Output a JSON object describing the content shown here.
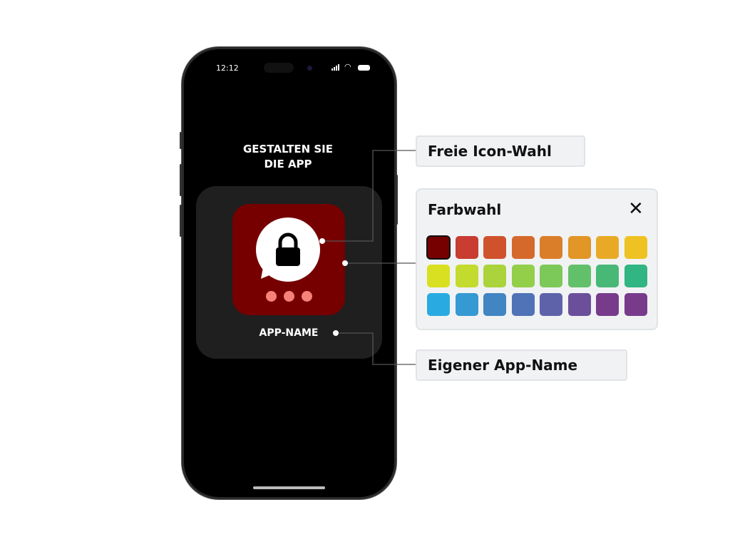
{
  "status": {
    "time": "12:12"
  },
  "screen": {
    "title_line1": "GESTALTEN SIE",
    "title_line2": "DIE APP",
    "app_name": "APP-NAME",
    "icon_color": "#760000",
    "dot_color": "#f4827a"
  },
  "callouts": {
    "icon_choice": "Freie Icon-Wahl",
    "app_name": "Eigener App-Name"
  },
  "color_panel": {
    "title": "Farbwahl",
    "close": "✕",
    "selected": 0,
    "colors": [
      "#760000",
      "#c83c31",
      "#cf522c",
      "#d5692b",
      "#db7e29",
      "#e29627",
      "#e8aa26",
      "#eec223",
      "#d9e021",
      "#c3da2f",
      "#aad33c",
      "#93cf48",
      "#7cc959",
      "#63c06a",
      "#48b877",
      "#30b583",
      "#29abe2",
      "#3599d4",
      "#4185c3",
      "#5072b6",
      "#5d62a9",
      "#6c4f9b",
      "#783b8c",
      "#783b8c"
    ]
  }
}
